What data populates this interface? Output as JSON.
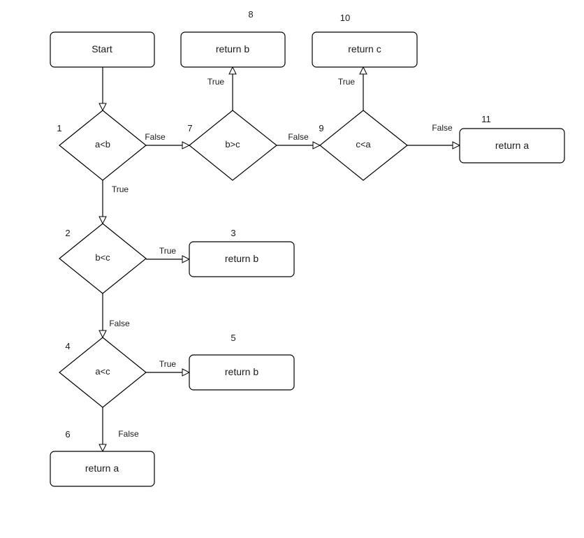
{
  "nodes": {
    "start": "Start",
    "d1": "a<b",
    "d2": "b<c",
    "d4": "a<c",
    "d7": "b>c",
    "d9": "c<a",
    "r3": "return b",
    "r5": "return b",
    "r6": "return a",
    "r8": "return b",
    "r10": "return c",
    "r11": "return a"
  },
  "numbers": {
    "n1": "1",
    "n2": "2",
    "n3": "3",
    "n4": "4",
    "n5": "5",
    "n6": "6",
    "n7": "7",
    "n8": "8",
    "n9": "9",
    "n10": "10",
    "n11": "11"
  },
  "edges": {
    "d1_true": "True",
    "d1_false": "False",
    "d2_true": "True",
    "d2_false": "False",
    "d4_true": "True",
    "d4_false": "False",
    "d7_true": "True",
    "d7_false": "False",
    "d9_true": "True",
    "d9_false": "False"
  }
}
